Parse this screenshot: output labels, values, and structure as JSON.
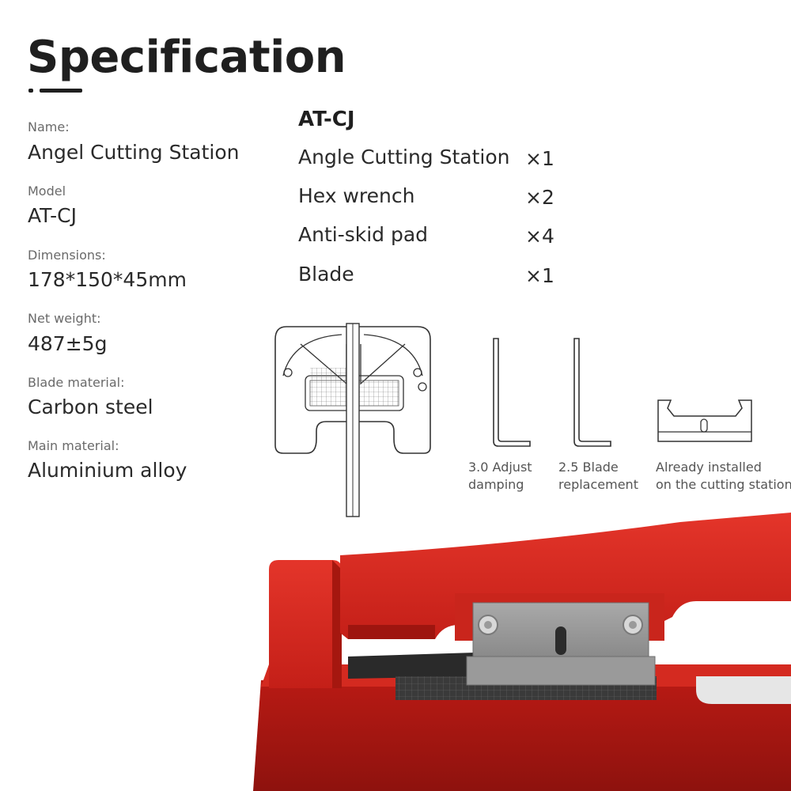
{
  "header": {
    "title": "Specification"
  },
  "specs": [
    {
      "label": "Name:",
      "value": "Angel Cutting Station"
    },
    {
      "label": "Model",
      "value": "AT-CJ"
    },
    {
      "label": "Dimensions:",
      "value": "178*150*45mm"
    },
    {
      "label": "Net weight:",
      "value": "487±5g"
    },
    {
      "label": "Blade material:",
      "value": "Carbon steel"
    },
    {
      "label": "Main material:",
      "value": "Aluminium alloy"
    }
  ],
  "package": {
    "title": "AT-CJ",
    "items": [
      {
        "name": "Angle Cutting Station",
        "qty": "×1"
      },
      {
        "name": "Hex wrench",
        "qty": "×2"
      },
      {
        "name": "Anti-skid pad",
        "qty": "×4"
      },
      {
        "name": "Blade",
        "qty": "×1"
      }
    ]
  },
  "accessories": [
    {
      "line1": "3.0 Adjust",
      "line2": "damping"
    },
    {
      "line1": "2.5 Blade",
      "line2": "replacement"
    },
    {
      "line1": "Already installed",
      "line2": "on the cutting station"
    }
  ],
  "colors": {
    "product_red": "#d0241c",
    "text_dark": "#1f1f1f",
    "text_label": "#6a6a6a"
  },
  "icons": [
    "cutting-station-outline-icon",
    "hex-wrench-icon",
    "blade-icon"
  ]
}
